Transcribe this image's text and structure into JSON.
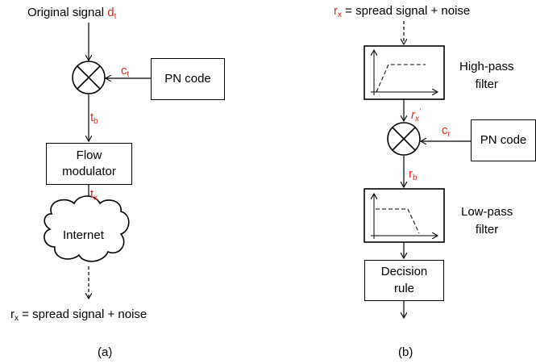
{
  "left_panel": {
    "input_label": "Original signal",
    "input_var": "d",
    "input_sub": "t",
    "pn_code_label": "PN code",
    "pn_var": "c",
    "pn_sub": "t",
    "tb_var": "t",
    "tb_sub": "b",
    "modulator_line1": "Flow",
    "modulator_line2": "modulator",
    "tx_var": "t",
    "tx_sub": "x",
    "cloud_label": "Internet",
    "output_var": "r",
    "output_sub": "x",
    "output_text": " = spread signal + noise",
    "caption": "(a)"
  },
  "right_panel": {
    "input_var": "r",
    "input_sub": "x",
    "input_text": " = spread signal + noise",
    "hpf_line1": "High-pass",
    "hpf_line2": "filter",
    "rx_prime_var": "r",
    "rx_prime_sub": "x",
    "rx_prime_sup": "'",
    "pn_code_label": "PN code",
    "pn_var": "c",
    "pn_sub": "r",
    "rb_var": "r",
    "rb_sub": "b",
    "lpf_line1": "Low-pass",
    "lpf_line2": "filter",
    "decision_line1": "Decision",
    "decision_line2": "rule",
    "caption": "(b)"
  },
  "colors": {
    "accent": "#e8271c",
    "line": "#000000"
  }
}
